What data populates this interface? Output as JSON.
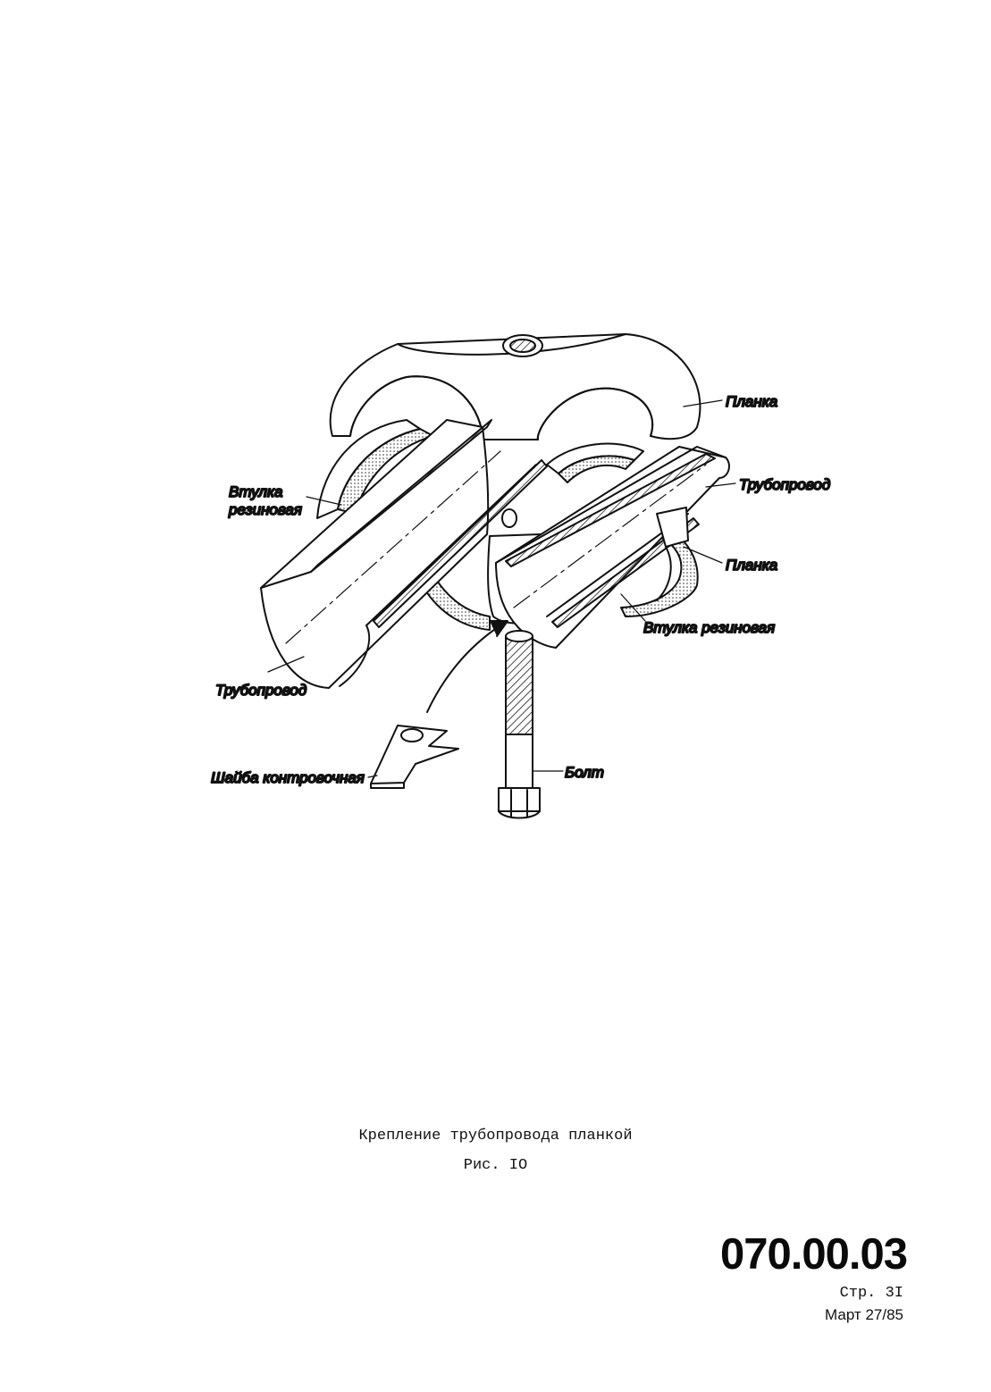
{
  "figure": {
    "labels": {
      "plank_top": "Планка",
      "bushing_left": "Втулка",
      "bushing_left_2": "резиновая",
      "pipeline_right": "Трубопровод",
      "plank_bottom": "Планка",
      "bushing_right": "Втулка резиновая",
      "pipeline_left": "Трубопровод",
      "lock_washer": "Шайба контровочная",
      "bolt": "Болт"
    }
  },
  "caption": {
    "title": "Крепление трубопровода планкой",
    "figure_number": "Рис. IO"
  },
  "footer": {
    "doc_number": "070.00.03",
    "page": "Стр. 3I",
    "date": "Март 27/85"
  }
}
